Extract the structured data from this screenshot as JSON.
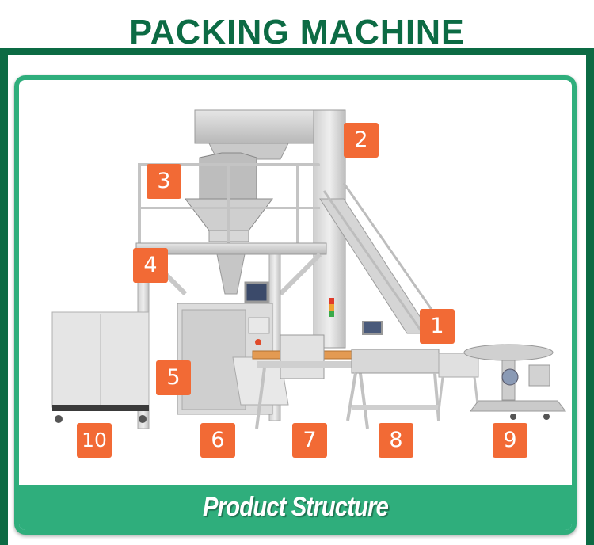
{
  "header": {
    "title": "PACKING MACHINE"
  },
  "footer": {
    "caption": "Product Structure"
  },
  "colors": {
    "frame_dark_green": "#0c6b44",
    "card_green": "#2fae7c",
    "badge_orange": "#f26a35",
    "background": "#ffffff"
  },
  "image": {
    "subject": "Multihead weigher vertical packing machine line",
    "labels": [
      {
        "number": "1"
      },
      {
        "number": "2"
      },
      {
        "number": "3"
      },
      {
        "number": "4"
      },
      {
        "number": "5"
      },
      {
        "number": "6"
      },
      {
        "number": "7"
      },
      {
        "number": "8"
      },
      {
        "number": "9"
      },
      {
        "number": "10"
      }
    ]
  }
}
